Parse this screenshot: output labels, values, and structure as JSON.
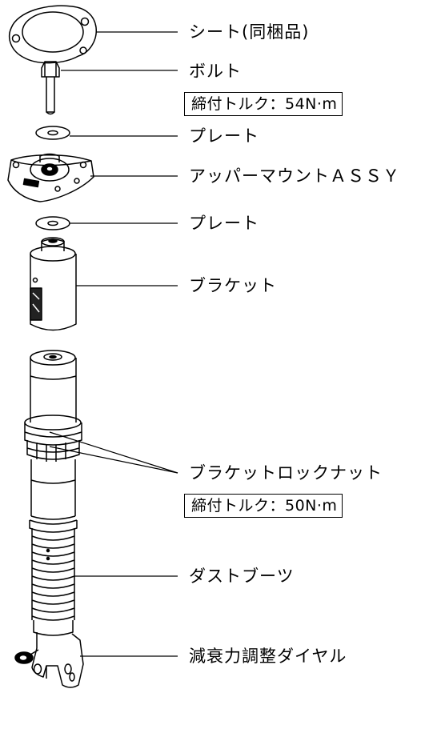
{
  "callouts": [
    {
      "id": "sheet",
      "label": "シート(同梱品)"
    },
    {
      "id": "bolt",
      "label": "ボルト",
      "torque": "締付トルク：54N·m"
    },
    {
      "id": "plate-upper",
      "label": "プレート"
    },
    {
      "id": "upper-mount",
      "label": "アッパーマウントＡＳＳＹ"
    },
    {
      "id": "plate-lower",
      "label": "プレート"
    },
    {
      "id": "bracket",
      "label": "ブラケット"
    },
    {
      "id": "lock-nut",
      "label": "ブラケットロックナット",
      "torque": "締付トルク：50N·m"
    },
    {
      "id": "dust-boot",
      "label": "ダストブーツ"
    },
    {
      "id": "damping-dial",
      "label": "減衰力調整ダイヤル"
    }
  ]
}
